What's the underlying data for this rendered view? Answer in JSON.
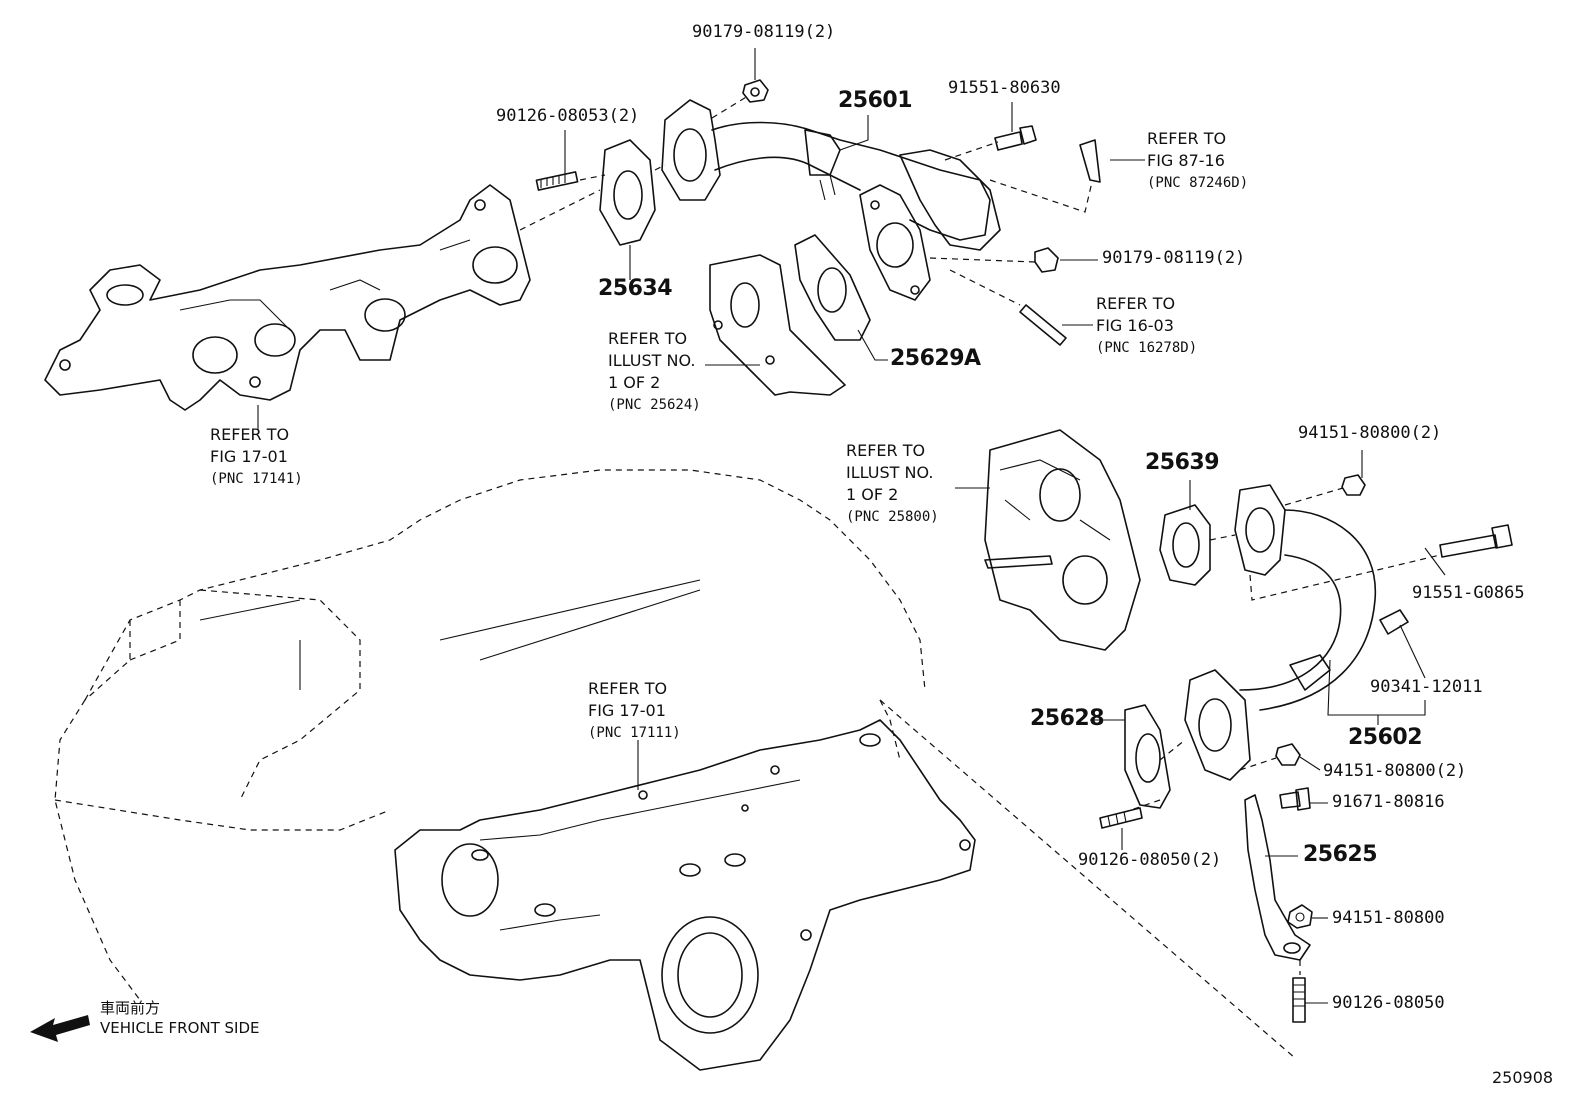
{
  "labels": {
    "p_90179_top": "90179-08119(2)",
    "p_25601": "25601",
    "p_91551_80630": "91551-80630",
    "p_90126_08053": "90126-08053(2)",
    "p_25634": "25634",
    "p_25629a": "25629A",
    "p_90179_right": "90179-08119(2)",
    "p_25639": "25639",
    "p_94151_top": "94151-80800(2)",
    "p_91551_g0865": "91551-G0865",
    "p_90341_12011": "90341-12011",
    "p_25602": "25602",
    "p_25628": "25628",
    "p_94151_mid": "94151-80800(2)",
    "p_91671_80816": "91671-80816",
    "p_25625": "25625",
    "p_90126_08050_2": "90126-08050(2)",
    "p_94151_80800": "94151-80800",
    "p_90126_08050": "90126-08050",
    "figure_id": "250908"
  },
  "refs": {
    "fig87": {
      "l1": "REFER TO",
      "l2": "FIG 87-16",
      "l3": "(PNC 87246D)"
    },
    "fig16": {
      "l1": "REFER TO",
      "l2": "FIG 16-03",
      "l3": "(PNC 16278D)"
    },
    "fig1701_top": {
      "l1": "REFER TO",
      "l2": "FIG 17-01",
      "l3": "(PNC 17141)"
    },
    "illust25624": {
      "l1": "REFER TO",
      "l2": "ILLUST NO.",
      "l3": "1 OF 2",
      "l4": "(PNC 25624)"
    },
    "illust25800": {
      "l1": "REFER TO",
      "l2": "ILLUST NO.",
      "l3": "1 OF 2",
      "l4": "(PNC 25800)"
    },
    "fig1701_bot": {
      "l1": "REFER TO",
      "l2": "FIG 17-01",
      "l3": "(PNC 17111)"
    }
  },
  "front": {
    "jp": "車両前方",
    "en": "VEHICLE FRONT SIDE",
    "icon": "arrow-left-icon"
  }
}
